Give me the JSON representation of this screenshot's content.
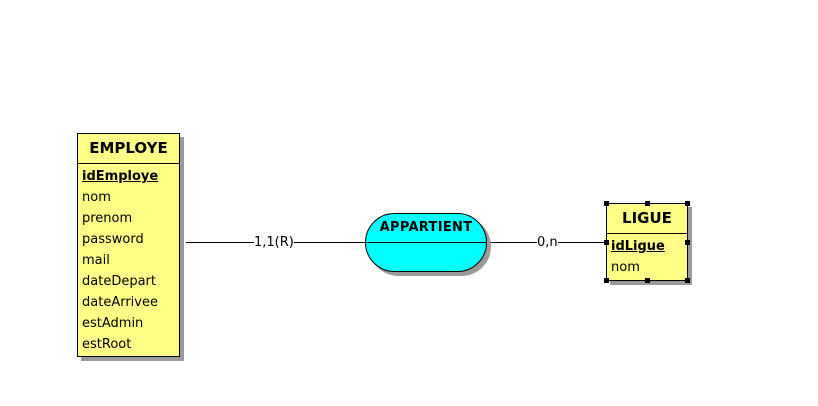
{
  "entities": {
    "employe": {
      "title": "EMPLOYE",
      "attributes": [
        {
          "name": "idEmploye",
          "key": true
        },
        {
          "name": "nom",
          "key": false
        },
        {
          "name": "prenom",
          "key": false
        },
        {
          "name": "password",
          "key": false
        },
        {
          "name": "mail",
          "key": false
        },
        {
          "name": "dateDepart",
          "key": false
        },
        {
          "name": "dateArrivee",
          "key": false
        },
        {
          "name": "estAdmin",
          "key": false
        },
        {
          "name": "estRoot",
          "key": false
        }
      ]
    },
    "ligue": {
      "title": "LIGUE",
      "attributes": [
        {
          "name": "idLigue",
          "key": true
        },
        {
          "name": "nom",
          "key": false
        }
      ]
    }
  },
  "association": {
    "name": "APPARTIENT"
  },
  "links": {
    "employe_association": {
      "cardinality": "1,1(R)"
    },
    "association_ligue": {
      "cardinality": "0,n"
    }
  },
  "colors": {
    "entity_fill": "#ffff88",
    "association_fill": "#00ffff",
    "shadow": "#9a9a9a",
    "stroke": "#000000"
  }
}
